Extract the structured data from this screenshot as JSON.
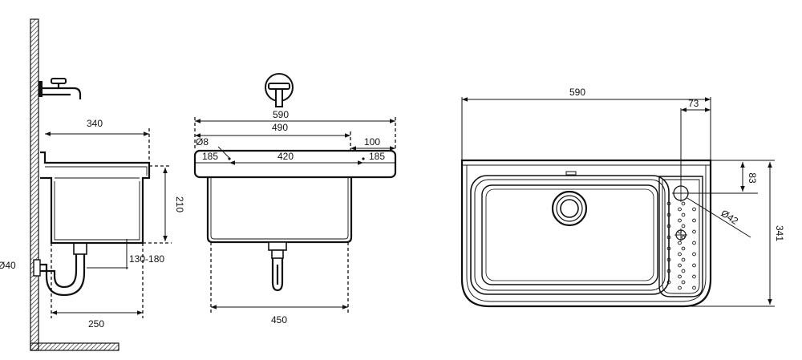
{
  "side_view": {
    "width_top": "340",
    "height": "210",
    "trap_range": "130-180",
    "pipe_dia": "Ø40",
    "width_bottom": "250"
  },
  "front_view": {
    "overall_width": "590",
    "inner_width": "490",
    "right_offset": "100",
    "hole_dia": "Ø8",
    "left_offset": "185",
    "hole_spacing": "420",
    "right_edge": "185",
    "bottom_width": "450"
  },
  "top_view": {
    "overall_width": "590",
    "drainboard_width": "73",
    "drainboard_height": "83",
    "outlet_dia": "Ø42",
    "depth": "341"
  }
}
